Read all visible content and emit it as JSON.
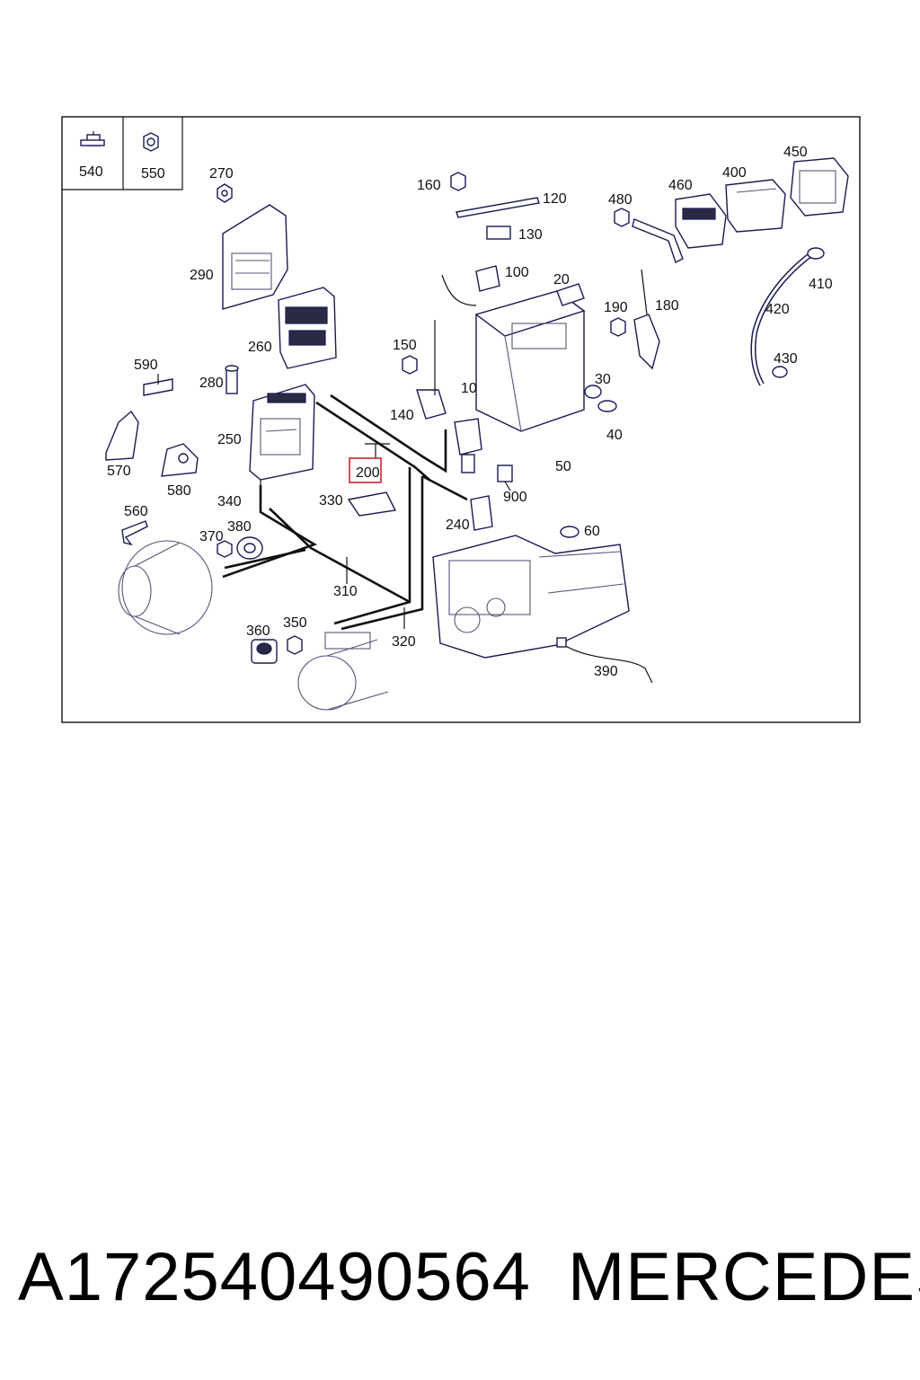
{
  "diagram": {
    "highlight_color": "#cc2233",
    "highlighted_callout": "200",
    "legend": [
      {
        "label": "540",
        "icon": "bolt-icon"
      },
      {
        "label": "550",
        "icon": "nut-icon"
      }
    ],
    "callouts": {
      "c270": "270",
      "c290": "290",
      "c260": "260",
      "c590": "590",
      "c280": "280",
      "c570": "570",
      "c250": "250",
      "c580": "580",
      "c340": "340",
      "c560": "560",
      "c370": "370",
      "c380": "380",
      "c310": "310",
      "c360": "360",
      "c350": "350",
      "c320": "320",
      "c330": "330",
      "c200": "200",
      "c150": "150",
      "c140": "140",
      "c160": "160",
      "c120": "120",
      "c130": "130",
      "c100": "100",
      "c10": "10",
      "c20": "20",
      "c30": "30",
      "c40": "40",
      "c50": "50",
      "c60": "60",
      "c900": "900",
      "c240": "240",
      "c390": "390",
      "c480": "480",
      "c460": "460",
      "c400": "400",
      "c450": "450",
      "c410": "410",
      "c420": "420",
      "c430": "430",
      "c190": "190",
      "c180": "180"
    }
  },
  "footer": {
    "part_number": "A172540490564",
    "brand": "MERCEDES"
  }
}
